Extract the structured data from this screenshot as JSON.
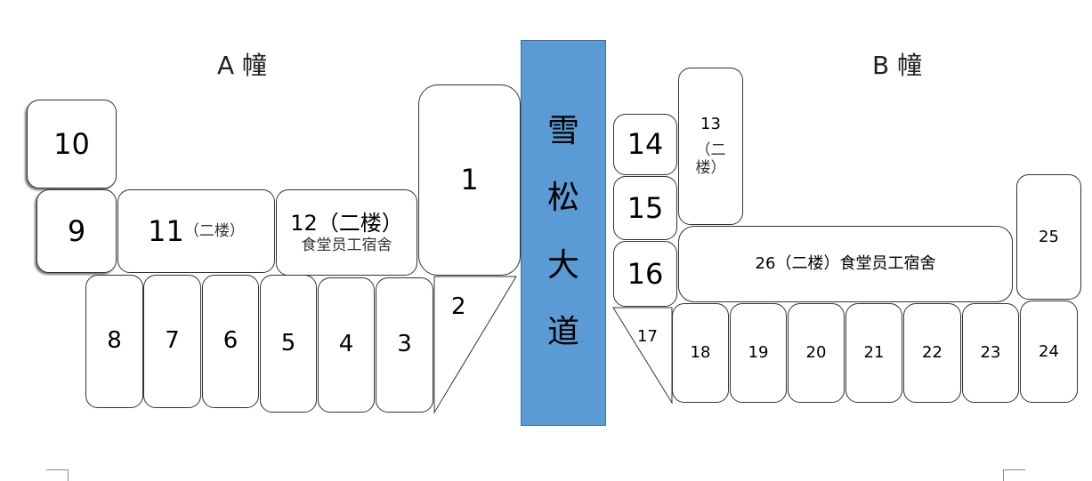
{
  "titles": {
    "a": "A 幢",
    "b": "B 幢"
  },
  "road": [
    "雪",
    "松",
    "大",
    "道"
  ],
  "units": {
    "u1": "1",
    "u2": "2",
    "u3": "3",
    "u4": "4",
    "u5": "5",
    "u6": "6",
    "u7": "7",
    "u8": "8",
    "u9": "9",
    "u10": "10",
    "u11": "11",
    "u11_note": "（二楼）",
    "u12": "12（二楼）",
    "u12_note": "食堂员工宿舍",
    "u13": "13",
    "u13_note": "（二楼）",
    "u14": "14",
    "u15": "15",
    "u16": "16",
    "u17": "17",
    "u18": "18",
    "u19": "19",
    "u20": "20",
    "u21": "21",
    "u22": "22",
    "u23": "23",
    "u24": "24",
    "u25": "25",
    "u26": "26（二楼）食堂员工宿舍"
  },
  "colors": {
    "road": "#5b9bd5"
  }
}
